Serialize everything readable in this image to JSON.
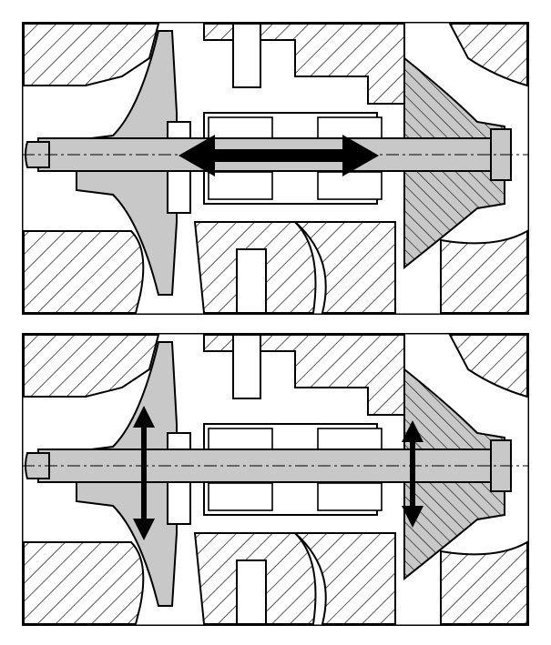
{
  "figure": {
    "panels": [
      {
        "id": "axial-play",
        "arrow": "horizontal-double-headed"
      },
      {
        "id": "radial-play",
        "arrow": "vertical-double-headed"
      }
    ],
    "colors": {
      "outline": "#000000",
      "shaft_fill": "#c8c8c8",
      "wheel_fill": "#c8c8c8",
      "background": "#ffffff",
      "arrow": "#000000"
    }
  }
}
